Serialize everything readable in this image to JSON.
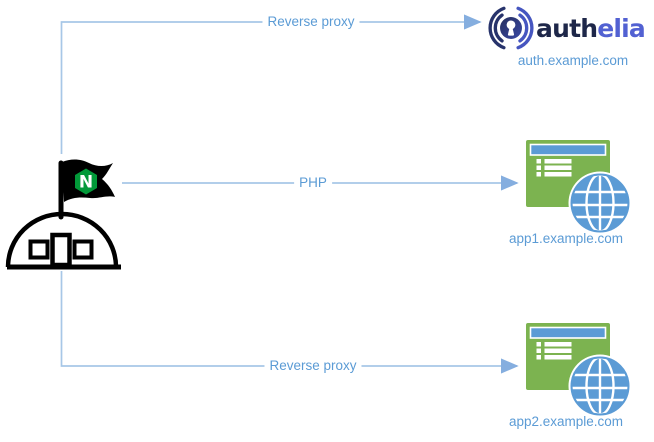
{
  "edges": [
    {
      "label": "Reverse proxy",
      "from": "nginx",
      "to": "authelia"
    },
    {
      "label": "PHP",
      "from": "nginx",
      "to": "app1"
    },
    {
      "label": "Reverse proxy",
      "from": "nginx",
      "to": "app2"
    }
  ],
  "nodes": {
    "nginx": {
      "flag_letter": "N",
      "icon": "nginx-building-with-flag"
    },
    "authelia": {
      "brand_dark": "auth",
      "brand_accent": "elia",
      "domain": "auth.example.com",
      "icon": "authelia-lock-logo"
    },
    "app1": {
      "domain": "app1.example.com",
      "icon": "web-app-with-globe"
    },
    "app2": {
      "domain": "app2.example.com",
      "icon": "web-app-with-globe"
    }
  },
  "colors": {
    "connector": "#A7C7E7",
    "arrowhead": "#85AEDF",
    "label_text": "#5B9BD5",
    "nginx_green": "#029939",
    "building_stroke": "#000000",
    "app_green": "#7CB350",
    "app_blue": "#5B9BD5",
    "authelia_dark": "#1E2749",
    "authelia_accent": "#5261D2"
  }
}
